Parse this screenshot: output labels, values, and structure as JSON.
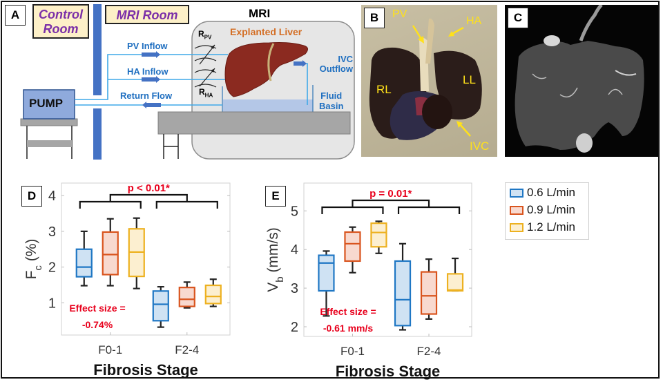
{
  "panels": {
    "A": {
      "label": "A",
      "control_room": "Control Room",
      "mri_room": "MRI Room",
      "mri": "MRI",
      "explanted_liver": "Explanted Liver",
      "pump": "PUMP",
      "pv_inflow": "PV Inflow",
      "ha_inflow": "HA Inflow",
      "return_flow": "Return Flow",
      "ivc_outflow_1": "IVC",
      "ivc_outflow_2": "Outflow",
      "fluid_basin_1": "Fluid",
      "fluid_basin_2": "Basin",
      "r_pv": "R",
      "r_pv_sub": "PV",
      "r_ha": "R",
      "r_ha_sub": "HA"
    },
    "B": {
      "label": "B",
      "pv": "PV",
      "ha": "HA",
      "rl": "RL",
      "ll": "LL",
      "ivc": "IVC"
    },
    "C": {
      "label": "C"
    }
  },
  "colors": {
    "blue": "#1f77c4",
    "orange": "#d9541e",
    "yellow": "#edb120",
    "blue_fill": "#cfe2f3",
    "orange_fill": "#f8d9cf",
    "yellow_fill": "#fcefd0",
    "annotation_red": "#e8001c"
  },
  "legend": {
    "items": [
      {
        "label": "0.6 L/min",
        "color": "#1f77c4",
        "fill": "#cfe2f3"
      },
      {
        "label": "0.9 L/min",
        "color": "#d9541e",
        "fill": "#f8d9cf"
      },
      {
        "label": "1.2 L/min",
        "color": "#edb120",
        "fill": "#fcefd0"
      }
    ]
  },
  "chart_data": [
    {
      "type": "box",
      "panel": "D",
      "title": "",
      "xlabel": "Fibrosis Stage",
      "ylabel": "F_c (%)",
      "ylabel_main": "F",
      "ylabel_sub": "c",
      "ylabel_unit": "(%)",
      "ylim": [
        0.1,
        4.35
      ],
      "yticks": [
        1,
        2,
        3,
        4
      ],
      "categories": [
        "F0-1",
        "F2-4"
      ],
      "p_annotation": "p < 0.01*",
      "effect_line1": "Effect size =",
      "effect_line2": "-0.74%",
      "series": [
        {
          "name": "0.6 L/min",
          "boxes": [
            {
              "min": 1.48,
              "q1": 1.73,
              "median": 2.0,
              "q3": 2.5,
              "max": 3.0
            },
            {
              "min": 0.32,
              "q1": 0.5,
              "median": 0.96,
              "q3": 1.33,
              "max": 1.45
            }
          ]
        },
        {
          "name": "0.9 L/min",
          "boxes": [
            {
              "min": 1.48,
              "q1": 1.79,
              "median": 2.35,
              "q3": 2.98,
              "max": 3.35
            },
            {
              "min": 0.86,
              "q1": 0.9,
              "median": 1.1,
              "q3": 1.43,
              "max": 1.58
            }
          ]
        },
        {
          "name": "1.2 L/min",
          "boxes": [
            {
              "min": 1.4,
              "q1": 1.74,
              "median": 2.42,
              "q3": 3.07,
              "max": 3.37
            },
            {
              "min": 0.9,
              "q1": 0.98,
              "median": 1.18,
              "q3": 1.49,
              "max": 1.66
            }
          ]
        }
      ]
    },
    {
      "type": "box",
      "panel": "E",
      "title": "",
      "xlabel": "Fibrosis Stage",
      "ylabel": "V_b (mm/s)",
      "ylabel_main": "V",
      "ylabel_sub": "b",
      "ylabel_unit": "(mm/s)",
      "ylim": [
        1.75,
        5.72
      ],
      "yticks": [
        2,
        3,
        4,
        5
      ],
      "categories": [
        "F0-1",
        "F2-4"
      ],
      "p_annotation": "p = 0.01*",
      "effect_line1": "Effect size =",
      "effect_line2": "-0.61 mm/s",
      "series": [
        {
          "name": "0.6 L/min",
          "boxes": [
            {
              "min": 2.28,
              "q1": 2.93,
              "median": 3.65,
              "q3": 3.85,
              "max": 3.96
            },
            {
              "min": 1.92,
              "q1": 2.03,
              "median": 2.7,
              "q3": 3.7,
              "max": 4.15
            }
          ]
        },
        {
          "name": "0.9 L/min",
          "boxes": [
            {
              "min": 3.4,
              "q1": 3.7,
              "median": 4.15,
              "q3": 4.45,
              "max": 4.58
            },
            {
              "min": 2.2,
              "q1": 2.33,
              "median": 2.8,
              "q3": 3.42,
              "max": 3.75
            }
          ]
        },
        {
          "name": "1.2 L/min",
          "boxes": [
            {
              "min": 3.9,
              "q1": 4.07,
              "median": 4.44,
              "q3": 4.68,
              "max": 4.73
            },
            {
              "min": 2.93,
              "q1": 2.93,
              "median": 2.95,
              "q3": 3.37,
              "max": 3.77
            }
          ]
        }
      ]
    }
  ]
}
